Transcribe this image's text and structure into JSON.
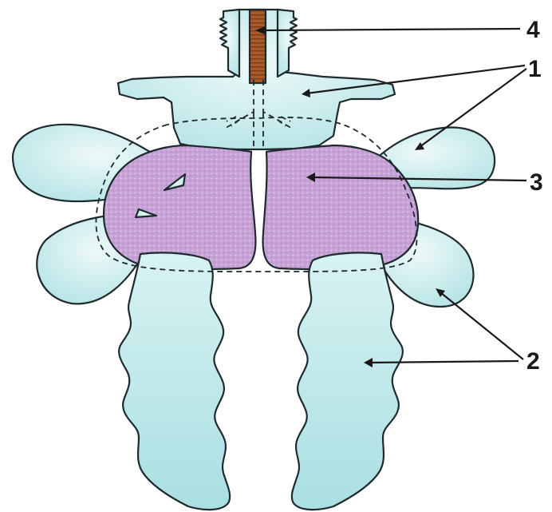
{
  "labels": {
    "one": "1",
    "two": "2",
    "three": "3",
    "four": "4"
  },
  "colors": {
    "air_sac_fill": "#c4ecec",
    "air_sac_fill_light": "#e6f7f6",
    "lung_fill": "#c5a3d4",
    "trachea_fill": "#a3562a",
    "outline": "#1e2a2e",
    "background": "#ffffff"
  }
}
